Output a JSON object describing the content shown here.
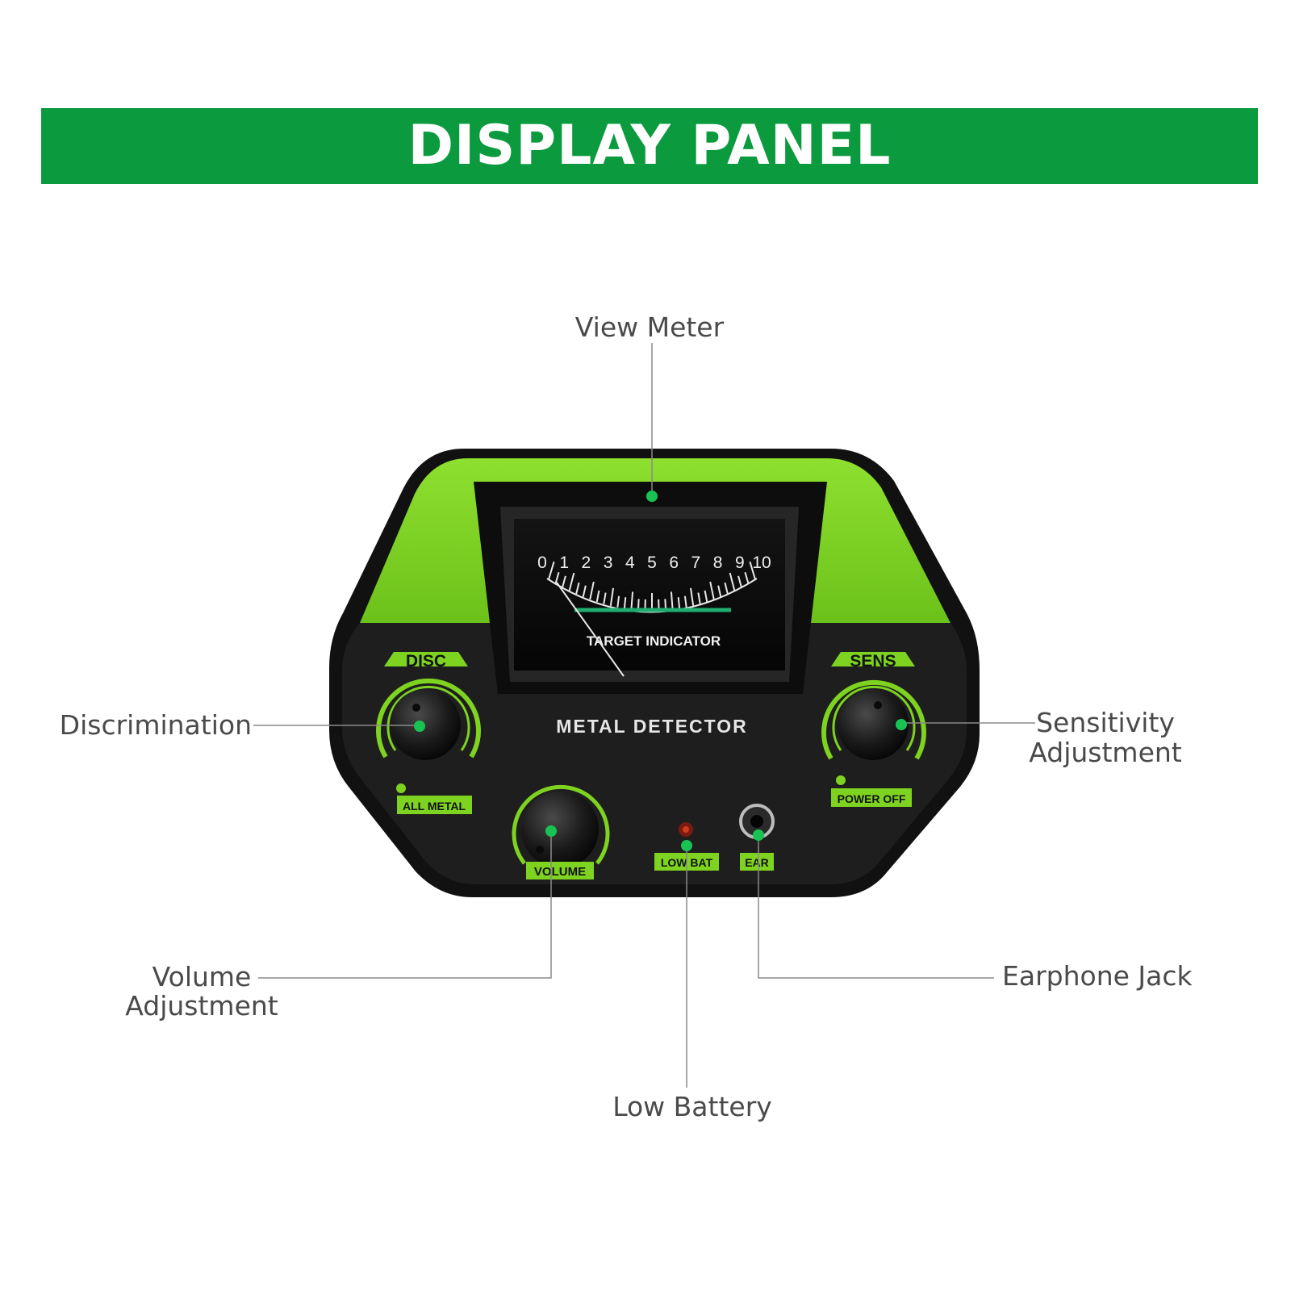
{
  "banner": {
    "title": "DISPLAY PANEL",
    "color": "#0b9b3e"
  },
  "callouts": {
    "view_meter": "View Meter",
    "discrimination": "Discrimination",
    "sensitivity_line1": "Sensitivity",
    "sensitivity_line2": "Adjustment",
    "volume_line1": "Volume",
    "volume_line2": "Adjustment",
    "earphone_jack": "Earphone Jack",
    "low_battery": "Low Battery"
  },
  "device": {
    "meter_scale": [
      "0",
      "1",
      "2",
      "3",
      "4",
      "5",
      "6",
      "7",
      "8",
      "9",
      "10"
    ],
    "meter_caption": "TARGET INDICATOR",
    "brand_label": "METAL DETECTOR",
    "disc_label": "DISC",
    "sens_label": "SENS",
    "all_metal_label": "ALL METAL",
    "power_off_label": "POWER OFF",
    "volume_label": "VOLUME",
    "low_bat_label": "LOW BAT",
    "ear_label": "EAR",
    "accent_color": "#7ed321",
    "body_color": "#1c1c1c",
    "marker_color": "#19c353"
  }
}
